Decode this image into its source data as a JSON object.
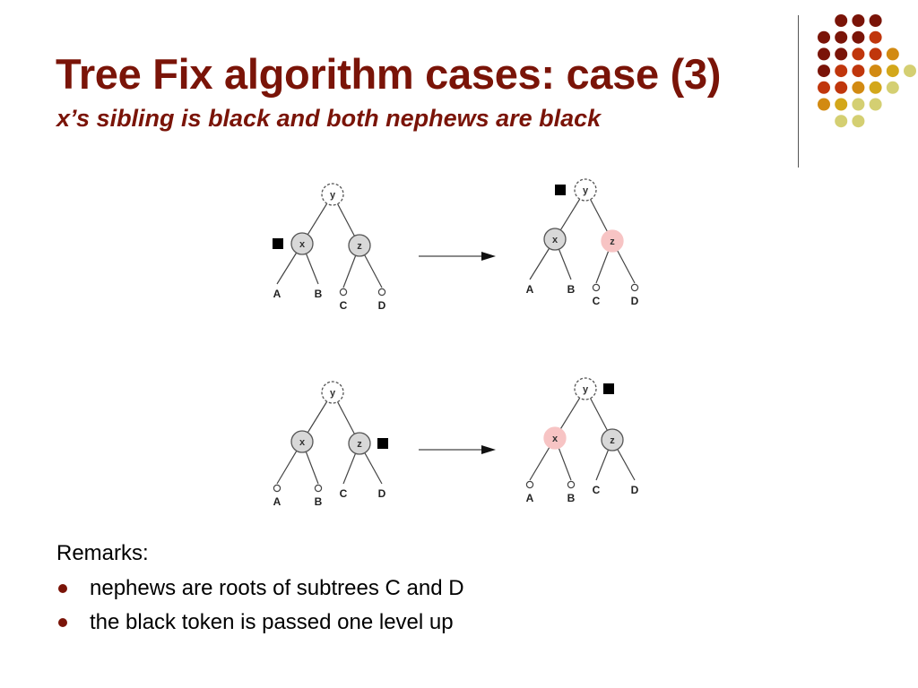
{
  "slide": {
    "title": "Tree Fix algorithm cases: case (3)",
    "subtitle": "x’s sibling is black and both nephews are black",
    "remarks_heading": "Remarks:",
    "remarks": [
      "nephews are roots of subtrees C and D",
      "the black token is passed one level up"
    ]
  },
  "colors": {
    "title": "#7a1408",
    "node_gray": "#d8d8d8",
    "node_pink": "#f7c4c4",
    "token": "#000000"
  },
  "decoration_dot_colors": [
    "#7a1408",
    "#c0360c",
    "#d28a12",
    "#d3a71a",
    "#d4cf72"
  ],
  "diagrams": [
    {
      "id": "top",
      "before": {
        "nodes": [
          {
            "id": "y",
            "label": "y",
            "style": "dashed"
          },
          {
            "id": "x",
            "label": "x",
            "style": "gray",
            "token": true
          },
          {
            "id": "z",
            "label": "z",
            "style": "gray"
          }
        ],
        "leaves": [
          {
            "label": "A",
            "circle": false
          },
          {
            "label": "B",
            "circle": false
          },
          {
            "label": "C",
            "circle": true
          },
          {
            "label": "D",
            "circle": true
          }
        ]
      },
      "after": {
        "nodes": [
          {
            "id": "y",
            "label": "y",
            "style": "dashed",
            "token": true
          },
          {
            "id": "x",
            "label": "x",
            "style": "gray"
          },
          {
            "id": "z",
            "label": "z",
            "style": "pink"
          }
        ],
        "leaves": [
          {
            "label": "A",
            "circle": false
          },
          {
            "label": "B",
            "circle": false
          },
          {
            "label": "C",
            "circle": true
          },
          {
            "label": "D",
            "circle": true
          }
        ]
      }
    },
    {
      "id": "bottom",
      "before": {
        "nodes": [
          {
            "id": "y",
            "label": "y",
            "style": "dashed"
          },
          {
            "id": "x",
            "label": "x",
            "style": "gray"
          },
          {
            "id": "z",
            "label": "z",
            "style": "gray",
            "token": true
          }
        ],
        "leaves": [
          {
            "label": "A",
            "circle": true
          },
          {
            "label": "B",
            "circle": true
          },
          {
            "label": "C",
            "circle": false
          },
          {
            "label": "D",
            "circle": false
          }
        ]
      },
      "after": {
        "nodes": [
          {
            "id": "y",
            "label": "y",
            "style": "dashed",
            "token": true
          },
          {
            "id": "x",
            "label": "x",
            "style": "pink"
          },
          {
            "id": "z",
            "label": "z",
            "style": "gray"
          }
        ],
        "leaves": [
          {
            "label": "A",
            "circle": true
          },
          {
            "label": "B",
            "circle": true
          },
          {
            "label": "C",
            "circle": false
          },
          {
            "label": "D",
            "circle": false
          }
        ]
      }
    }
  ]
}
